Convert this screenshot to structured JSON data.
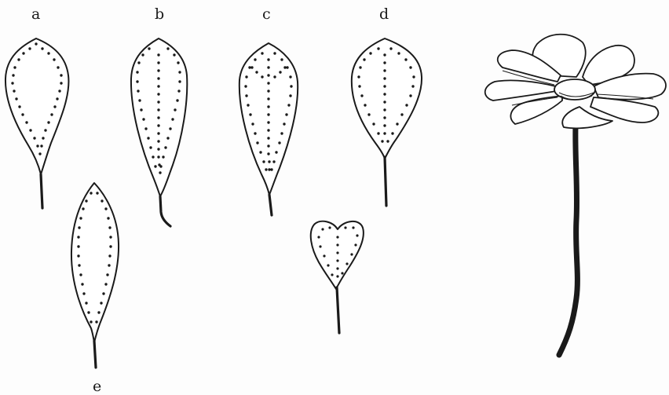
{
  "figure": {
    "labels": {
      "a": "a",
      "b": "b",
      "c": "c",
      "d": "d",
      "e": "e"
    }
  },
  "colors": {
    "ink": "#1a1a1a",
    "paper": "#fdfdfd"
  }
}
